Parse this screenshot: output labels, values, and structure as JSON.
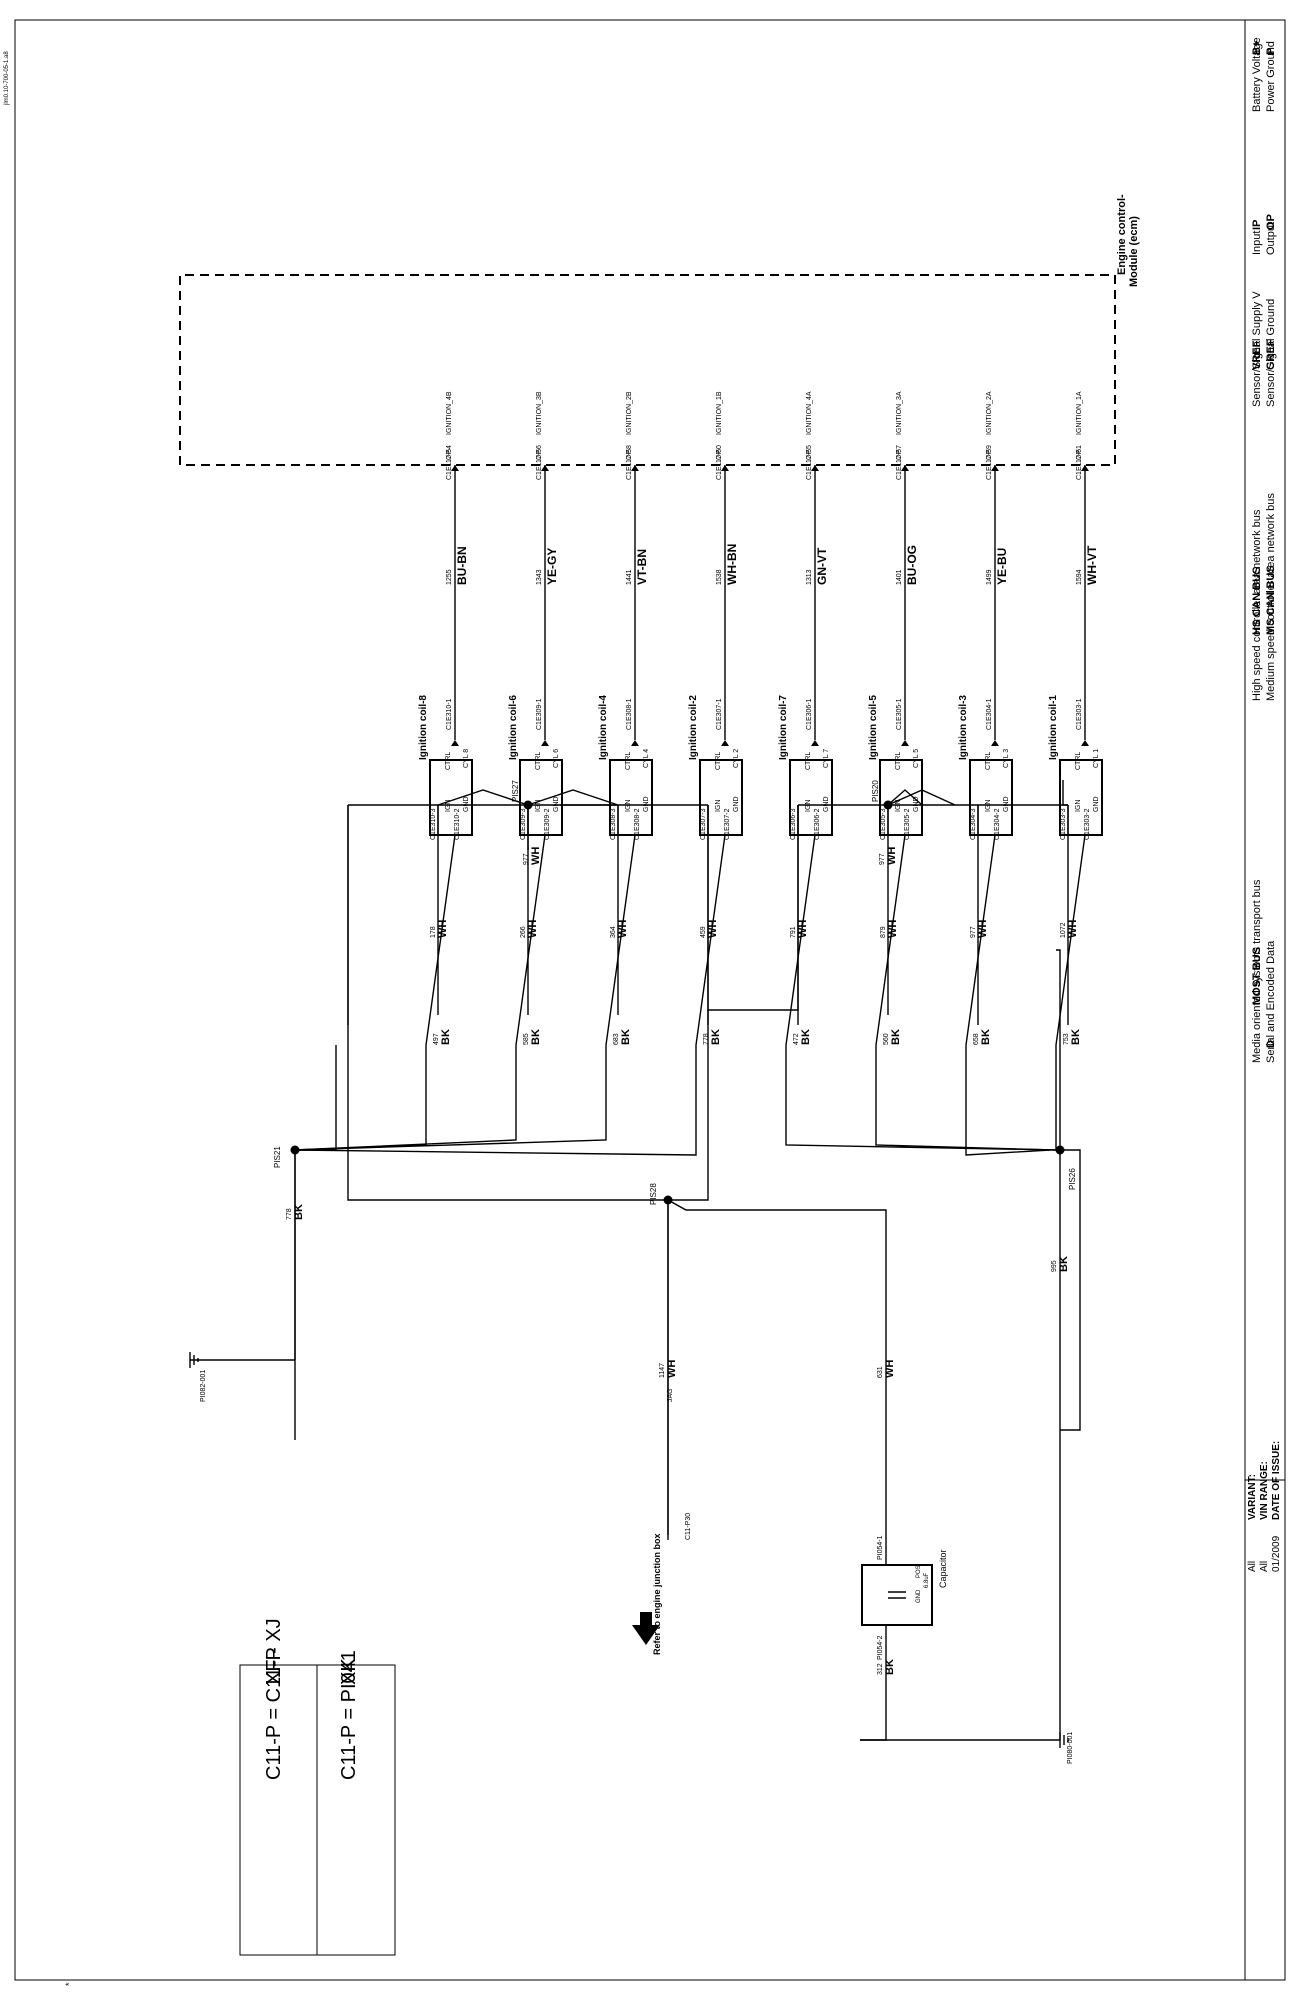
{
  "doc_id": "jlm0.10-700-05-1.a8",
  "ecm": {
    "label_line1": "Engine control-",
    "label_line2": "Module (ecm)",
    "pin_type": "OP",
    "outputs": [
      "IGNITION_1A",
      "IGNITION_2A",
      "IGNITION_3A",
      "IGNITION_4A",
      "IGNITION_1B",
      "IGNITION_2B",
      "IGNITION_3B",
      "IGNITION_4B"
    ]
  },
  "channels": [
    {
      "pin": "C1E117-61",
      "color": "WH-VT",
      "circuit": "1594",
      "coil_conn": "C1E303-1",
      "coil": "Ignition coil-1",
      "cyl": "CYL 1",
      "ign_pin": "C1E303-3",
      "gnd_pin": "C1E303-2",
      "ign_color": "WH",
      "ign_circuit": "1072",
      "gnd_color": "BK",
      "gnd_circuit": "753"
    },
    {
      "pin": "C1E117-59",
      "color": "YE-BU",
      "circuit": "1499",
      "coil_conn": "C1E304-1",
      "coil": "Ignition coil-3",
      "cyl": "CYL 3",
      "ign_pin": "C1E304-3",
      "gnd_pin": "C1E304-2",
      "ign_color": "WH",
      "ign_circuit": "977",
      "gnd_color": "BK",
      "gnd_circuit": "658"
    },
    {
      "pin": "C1E117-57",
      "color": "BU-OG",
      "circuit": "1401",
      "coil_conn": "C1E305-1",
      "coil": "Ignition coil-5",
      "cyl": "CYL 5",
      "ign_pin": "C1E305-3",
      "gnd_pin": "C1E305-2",
      "ign_color": "WH",
      "ign_circuit": "879",
      "gnd_color": "BK",
      "gnd_circuit": "560"
    },
    {
      "pin": "C1E117-55",
      "color": "GN-VT",
      "circuit": "1313",
      "coil_conn": "C1E306-1",
      "coil": "Ignition coil-7",
      "cyl": "CYL 7",
      "ign_pin": "C1E306-3",
      "gnd_pin": "C1E306-2",
      "ign_color": "WH",
      "ign_circuit": "791",
      "gnd_color": "BK",
      "gnd_circuit": "472"
    },
    {
      "pin": "C1E117-60",
      "color": "WH-BN",
      "circuit": "1538",
      "coil_conn": "C1E307-1",
      "coil": "Ignition coil-2",
      "cyl": "CYL 2",
      "ign_pin": "C1E307-3",
      "gnd_pin": "C1E307-2",
      "ign_color": "WH",
      "ign_circuit": "459",
      "gnd_color": "BK",
      "gnd_circuit": "778"
    },
    {
      "pin": "C1E117-58",
      "color": "VT-BN",
      "circuit": "1441",
      "coil_conn": "C1E308-1",
      "coil": "Ignition coil-4",
      "cyl": "CYL 4",
      "ign_pin": "C1E308-3",
      "gnd_pin": "C1E308-2",
      "ign_color": "WH",
      "ign_circuit": "364",
      "gnd_color": "BK",
      "gnd_circuit": "683"
    },
    {
      "pin": "C1E117-56",
      "color": "YE-GY",
      "circuit": "1343",
      "coil_conn": "C1E309-1",
      "coil": "Ignition coil-6",
      "cyl": "CYL 6",
      "ign_pin": "C1E309-3",
      "gnd_pin": "C1E309-2",
      "ign_color": "WH",
      "ign_circuit": "266",
      "gnd_color": "BK",
      "gnd_circuit": "585"
    },
    {
      "pin": "C1E117-54",
      "color": "BU-BN",
      "circuit": "1255",
      "coil_conn": "C1E310-1",
      "coil": "Ignition coil-8",
      "cyl": "CYL 8",
      "ign_pin": "C1E310-3",
      "gnd_pin": "C1E310-2",
      "ign_color": "WH",
      "ign_circuit": "178",
      "gnd_color": "BK",
      "gnd_circuit": "497"
    }
  ],
  "coil_pins": {
    "ctrl": "CTRL",
    "ign": "IGN",
    "gnd": "GND"
  },
  "splices": {
    "pis20": "PIS20",
    "pis27": "PIS27",
    "pis26": "PIS26",
    "pis21": "PIS21",
    "pis28": "PIS28"
  },
  "splice_out": {
    "pis20_color": "WH",
    "pis20_circuit": "977",
    "pis27_color": "WH",
    "pis27_circuit": "977",
    "pis26_color": "BK",
    "pis26_circuit": "995",
    "pis21_color": "BK",
    "pis21_circuit": "778",
    "pis28_up_color": "WH",
    "pis28_up_circuit": "631",
    "pis28_dn_color": "WH",
    "pis28_dn_circuit": "1147"
  },
  "capacitor": {
    "title": "Capacitor",
    "value": "6.8uF",
    "pos": "POS",
    "gnd": "GND",
    "pin1": "PI054-1",
    "pin2": "PI054-2",
    "out_color": "BK",
    "out_circuit": "312"
  },
  "grounds": {
    "g1": "PI080-001",
    "g2": "PI082-001"
  },
  "junction": {
    "wire_label": "JAG",
    "conn": "C11-P30",
    "refer": "Refer to engine junction box"
  },
  "xref": {
    "row1_left": "XK",
    "row1_right": "C11-P  =  PI041",
    "row2_left": "XF - XJ",
    "row2_right": "C11-P  =  C11-P"
  },
  "legend": [
    {
      "code": "B+",
      "text": "Battery Voltage"
    },
    {
      "code": "P",
      "text": "Power Ground"
    },
    {
      "code": "IP",
      "text": "Input"
    },
    {
      "code": "OP",
      "text": "Output"
    },
    {
      "code": "VREF",
      "text": "Sensor/Signal Supply V"
    },
    {
      "code": "GREF",
      "text": "Sensor/Signal Ground"
    },
    {
      "code": "HS CAN BUS",
      "text": "High speed controller area network bus"
    },
    {
      "code": "MS CAN BUS",
      "text": "Medium speed controller area network bus"
    },
    {
      "code": "MOST BUS",
      "text": "Media oriented systems transport bus"
    },
    {
      "code": "D",
      "text": "Serial and Encoded Data"
    }
  ],
  "info": {
    "variant_label": "VARIANT:",
    "variant": "All",
    "vin_label": "VIN RANGE:",
    "vin": "All",
    "date_label": "DATE OF ISSUE:",
    "date": "01/2009"
  },
  "footnote": "*"
}
